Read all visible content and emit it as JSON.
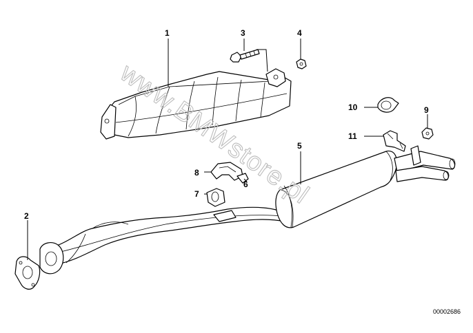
{
  "diagram": {
    "watermark": "www.BMWstore.pl",
    "document_number": "00002686",
    "callouts": [
      "1",
      "2",
      "3",
      "4",
      "5",
      "6",
      "7",
      "8",
      "9",
      "10",
      "11"
    ]
  }
}
